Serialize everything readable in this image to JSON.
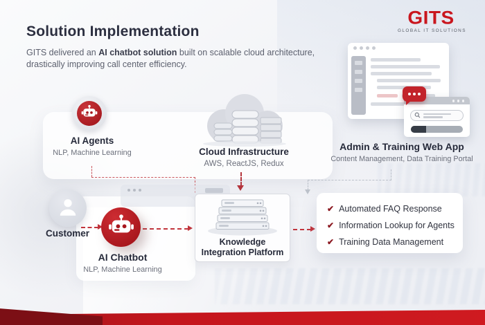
{
  "header": {
    "title": "Solution Implementation",
    "subtitle_prefix": "GITS delivered an ",
    "subtitle_bold": "AI chatbot solution",
    "subtitle_suffix": " built on scalable cloud architecture, drastically improving call center efficiency.",
    "logo": {
      "text": "GITS",
      "tagline": "GLOBAL IT SOLUTIONS"
    }
  },
  "diagram": {
    "ai_agents": {
      "label": "AI Agents",
      "sublabel": "NLP, Machine Learning"
    },
    "cloud": {
      "label": "Cloud Infrastructure",
      "sublabel": "AWS, ReactJS, Redux"
    },
    "admin_app": {
      "label": "Admin & Training Web App",
      "sublabel": "Content Management, Data Training Portal"
    },
    "customer": {
      "label": "Customer"
    },
    "chatbot": {
      "label": "AI Chatbot",
      "sublabel": "NLP, Machine Learning"
    },
    "knowledge": {
      "label_line1": "Knowledge",
      "label_line2": "Integration Platform"
    },
    "checklist": {
      "check_glyph": "✔",
      "items": [
        {
          "label": "Automated FAQ Response"
        },
        {
          "label": "Information Lookup for Agents"
        },
        {
          "label": "Training Data Management"
        }
      ]
    }
  },
  "colors": {
    "primary_red": "#c4161d",
    "dark_red": "#8c1a22",
    "text_dark": "#2c2f40",
    "text_gray": "#5c606e"
  }
}
